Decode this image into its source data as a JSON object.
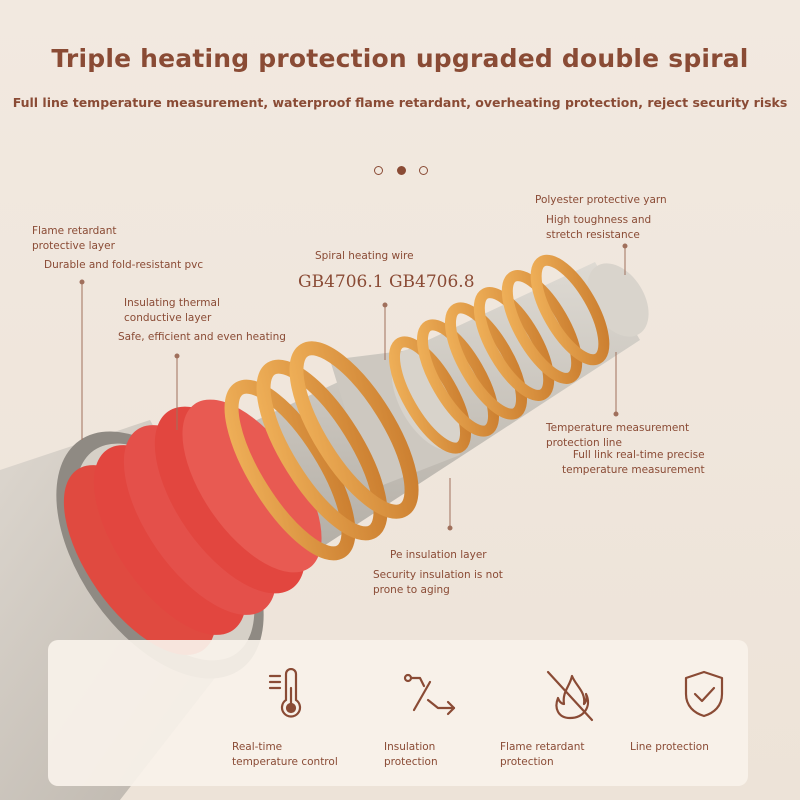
{
  "header": {
    "title": "Triple heating protection upgraded double spiral",
    "subtitle": "Full line temperature measurement, waterproof flame retardant, overheating protection, reject security risks"
  },
  "carousel": {
    "total": 3,
    "active_index": 1
  },
  "callouts": {
    "flame_layer": {
      "title": "Flame retardant\nprotective layer",
      "desc": "Durable and fold-resistant pvc"
    },
    "insulating": {
      "title": "Insulating thermal\nconductive layer",
      "desc": "Safe, efficient and even heating"
    },
    "spiral": {
      "title": "Spiral heating wire",
      "standard": "GB4706.1 GB4706.8"
    },
    "yarn": {
      "title": "Polyester protective yarn",
      "desc": "High toughness and\nstretch resistance"
    },
    "temp_line": {
      "title": "Temperature measurement\nprotection line",
      "desc": "Full link real-time precise\ntemperature measurement"
    },
    "pe": {
      "title": "Pe insulation layer",
      "desc": "Security insulation is not\nprone to aging"
    }
  },
  "features": [
    {
      "label": "Real-time\ntemperature control",
      "icon": "thermometer-icon"
    },
    {
      "label": "Insulation\nprotection",
      "icon": "insulation-icon"
    },
    {
      "label": "Flame retardant\nprotection",
      "icon": "no-flame-icon"
    },
    {
      "label": "Line protection",
      "icon": "shield-check-icon"
    }
  ],
  "colors": {
    "brand": "#8a4b35",
    "background": "#efe6dc",
    "outer_sheath": "#cfc8bf",
    "red_layer": "#e2463f",
    "spiral_wire": "#e29a45",
    "core": "#c9c4bc"
  }
}
